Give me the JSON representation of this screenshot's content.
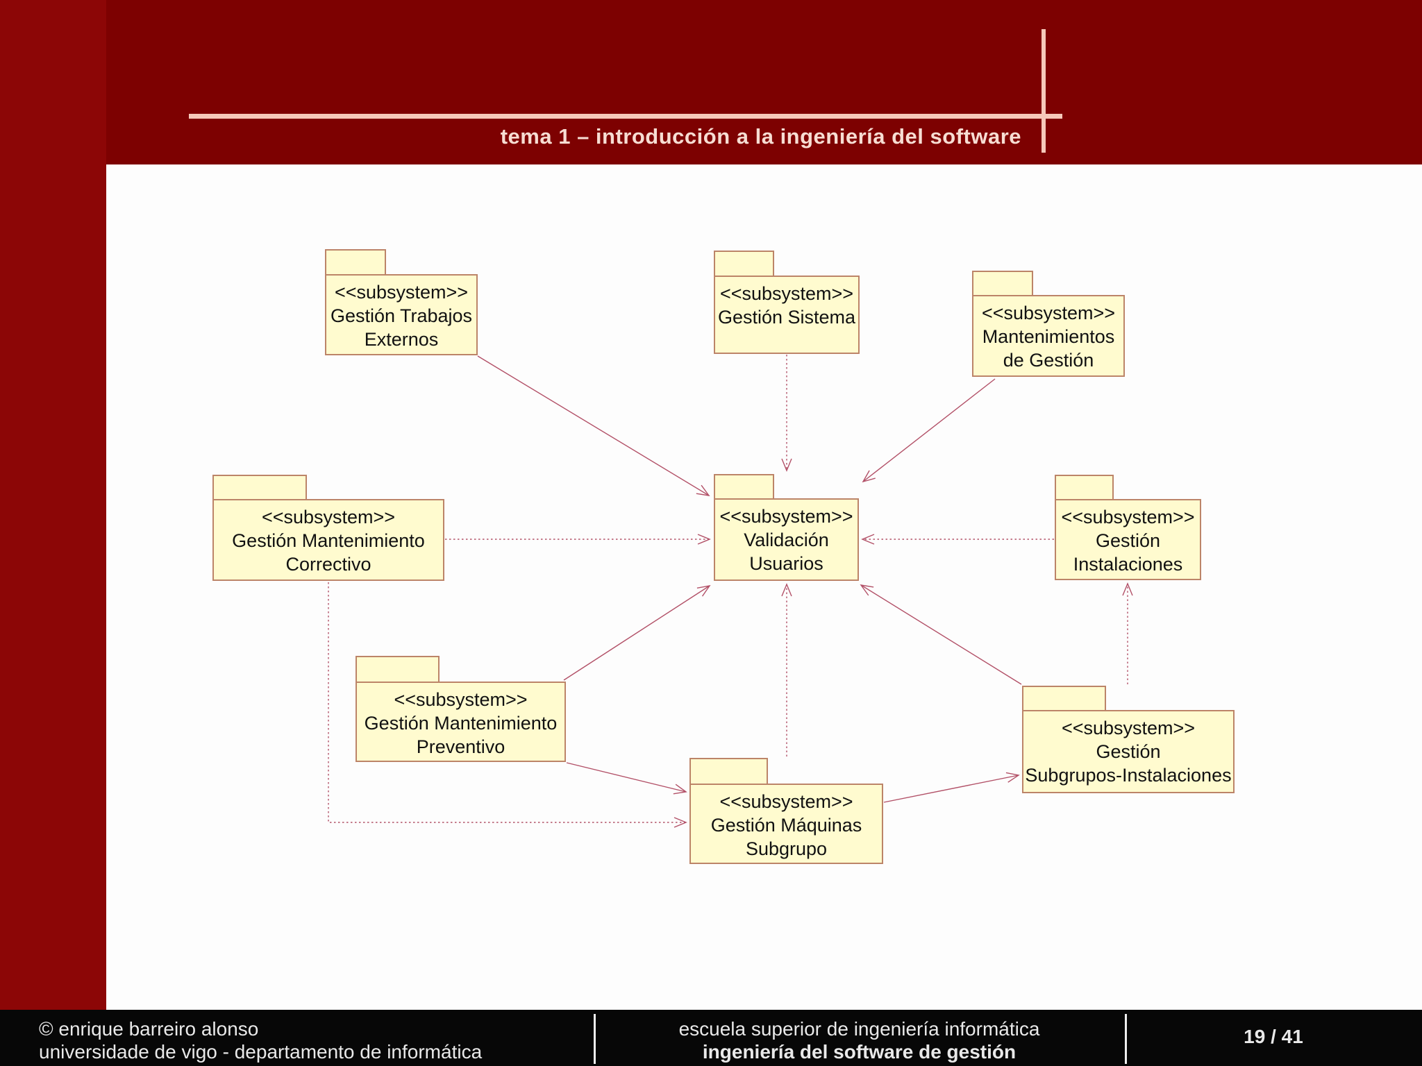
{
  "header": {
    "title": "tema 1 – introducción a la ingeniería del software"
  },
  "footer": {
    "left_line1": "© enrique barreiro alonso",
    "left_line2": "universidade de vigo - departamento de informática",
    "center_line1": "escuela superior de ingeniería informática",
    "center_line2": "ingeniería del software de gestión",
    "page_indicator": "19 / 41"
  },
  "colors": {
    "frame_red_top": "#7d0101",
    "frame_red_left": "#8c0606",
    "accent_line_pink": "#f6c9ba",
    "package_fill": "#fffbcf",
    "package_border": "#bc8468",
    "arrow_color": "#b25067",
    "footer_bg": "#070707"
  },
  "diagram": {
    "packages": [
      {
        "id": "gestion-trabajos-externos",
        "lines": [
          "<<subsystem>>",
          "Gestión Trabajos",
          "Externos"
        ]
      },
      {
        "id": "gestion-sistema",
        "lines": [
          "<<subsystem>>",
          "Gestión Sistema"
        ]
      },
      {
        "id": "mantenimientos-de-gestion",
        "lines": [
          "<<subsystem>>",
          "Mantenimientos",
          "de Gestión"
        ]
      },
      {
        "id": "gestion-mantenimiento-correctivo",
        "lines": [
          "<<subsystem>>",
          "Gestión Mantenimiento",
          "Correctivo"
        ]
      },
      {
        "id": "validacion-usuarios",
        "lines": [
          "<<subsystem>>",
          "Validación",
          "Usuarios"
        ]
      },
      {
        "id": "gestion-instalaciones",
        "lines": [
          "<<subsystem>>",
          "Gestión",
          "Instalaciones"
        ]
      },
      {
        "id": "gestion-mantenimiento-preventivo",
        "lines": [
          "<<subsystem>>",
          "Gestión Mantenimiento",
          "Preventivo"
        ]
      },
      {
        "id": "gestion-maquinas-subgrupo",
        "lines": [
          "<<subsystem>>",
          "Gestión Máquinas",
          "Subgrupo"
        ]
      },
      {
        "id": "gestion-subgrupos-instalaciones",
        "lines": [
          "<<subsystem>>",
          "Gestión",
          "Subgrupos-Instalaciones"
        ]
      }
    ],
    "dependencies": [
      {
        "from": "gestion-trabajos-externos",
        "to": "validacion-usuarios",
        "style": "solid"
      },
      {
        "from": "gestion-sistema",
        "to": "validacion-usuarios",
        "style": "dotted"
      },
      {
        "from": "mantenimientos-de-gestion",
        "to": "validacion-usuarios",
        "style": "solid"
      },
      {
        "from": "gestion-mantenimiento-correctivo",
        "to": "validacion-usuarios",
        "style": "dotted"
      },
      {
        "from": "gestion-instalaciones",
        "to": "validacion-usuarios",
        "style": "dotted"
      },
      {
        "from": "gestion-mantenimiento-preventivo",
        "to": "validacion-usuarios",
        "style": "solid"
      },
      {
        "from": "gestion-maquinas-subgrupo",
        "to": "validacion-usuarios",
        "style": "dotted"
      },
      {
        "from": "gestion-subgrupos-instalaciones",
        "to": "validacion-usuarios",
        "style": "solid"
      },
      {
        "from": "gestion-mantenimiento-preventivo",
        "to": "gestion-maquinas-subgrupo",
        "style": "solid"
      },
      {
        "from": "gestion-mantenimiento-correctivo",
        "to": "gestion-maquinas-subgrupo",
        "style": "dotted"
      },
      {
        "from": "gestion-maquinas-subgrupo",
        "to": "gestion-subgrupos-instalaciones",
        "style": "solid"
      },
      {
        "from": "gestion-subgrupos-instalaciones",
        "to": "gestion-instalaciones",
        "style": "dotted"
      }
    ]
  }
}
